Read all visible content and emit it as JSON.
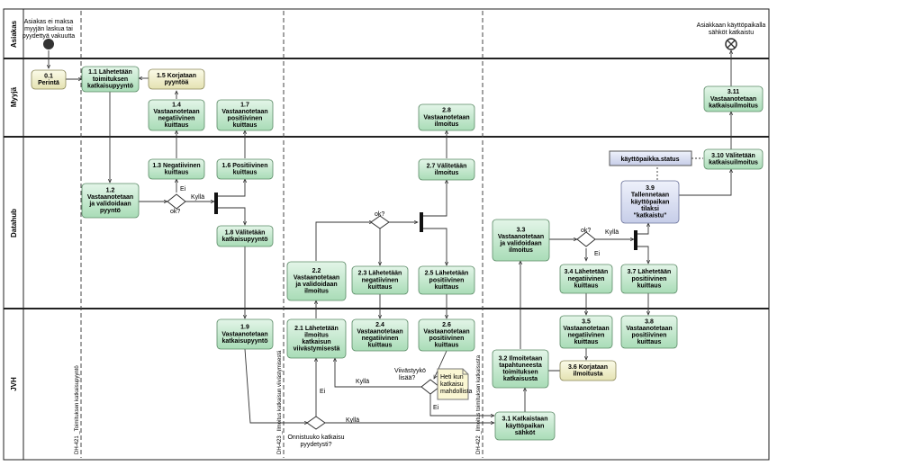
{
  "lanes": [
    "Asiakas",
    "Myyjä",
    "Datahub",
    "JVH"
  ],
  "start_event": "Asiakas ei maksa myyjän laskua tai pyydettyä vakuutta",
  "end_event": "Asiakkaan käyttöpaikalla sähköt katkaistu",
  "tasks": {
    "t01": [
      "0.1",
      "Perintä"
    ],
    "t11": [
      "1.1 Lähetetään",
      "toimituksen",
      "katkaisupyyntö"
    ],
    "t15": [
      "1.5 Korjataan",
      "pyyntöä"
    ],
    "t14": [
      "1.4",
      "Vastaanotetaan",
      "negatiivinen",
      "kuittaus"
    ],
    "t17": [
      "1.7",
      "Vastaanotetaan",
      "positiivinen",
      "kuittaus"
    ],
    "t13": [
      "1.3 Negatiivinen",
      "kuittaus"
    ],
    "t16": [
      "1.6 Positiivinen",
      "kuittaus"
    ],
    "t12": [
      "1.2",
      "Vastaanotetaan",
      "ja validoidaan",
      "pyyntö"
    ],
    "t18": [
      "1.8 Välitetään",
      "katkaisupyyntö"
    ],
    "t19": [
      "1.9",
      "Vastaanotetaan",
      "katkaisupyyntö"
    ],
    "t21": [
      "2.1 Lähetetään",
      "ilmoitus",
      "katkaisun",
      "viivästymisestä"
    ],
    "t22": [
      "2.2",
      "Vastaanotetaan",
      "ja validoidaan",
      "ilmoitus"
    ],
    "t23": [
      "2.3 Lähetetään",
      "negatiivinen",
      "kuittaus"
    ],
    "t24": [
      "2.4",
      "Vastaanotetaan",
      "negatiivinen",
      "kuittaus"
    ],
    "t25": [
      "2.5 Lähetetään",
      "positiivinen",
      "kuittaus"
    ],
    "t26": [
      "2.6",
      "Vastaanotetaan",
      "positiivinen",
      "kuittaus"
    ],
    "t27": [
      "2.7 Välitetään",
      "ilmoitus"
    ],
    "t28": [
      "2.8",
      "Vastaanotetaan",
      "ilmoitus"
    ],
    "t31": [
      "3.1 Katkaistaan",
      "käyttöpaikan",
      "sähköt"
    ],
    "t32": [
      "3.2 Ilmoitetaan",
      "tapahtuneesta",
      "toimituksen",
      "katkaisusta"
    ],
    "t33": [
      "3.3",
      "Vastaanotetaan",
      "ja validoidaan",
      "ilmoitus"
    ],
    "t34": [
      "3.4 Lähetetään",
      "negatiivinen",
      "kuittaus"
    ],
    "t35": [
      "3.5",
      "Vastaanotetaan",
      "negatiivinen",
      "kuittaus"
    ],
    "t36": [
      "3.6 Korjataan",
      "ilmoitusta"
    ],
    "t37": [
      "3.7 Lähetetään",
      "positiivinen",
      "kuittaus"
    ],
    "t38": [
      "3.8",
      "Vastaanotetaan",
      "positiivinen",
      "kuittaus"
    ],
    "t39": [
      "3.9",
      "Tallennetaan",
      "käyttöpaikan",
      "tilaksi",
      "\"katkaistu\""
    ],
    "t310": [
      "3.10 Välitetään",
      "katkaisuilmoitus"
    ],
    "t311": [
      "3.11",
      "Vastaanotetaan",
      "katkaisuilmoitus"
    ]
  },
  "data_object": "käyttöpaikka.status",
  "note": [
    "Heti kun",
    "katkaisu",
    "mahdollista"
  ],
  "labels": {
    "ok1": "ok?",
    "ok2": "ok?",
    "ok3": "ok?",
    "ei": "Ei",
    "kylla": "Kyllä",
    "viivastyyko": [
      "Viivästyykö",
      "lisää?"
    ],
    "onnistuuko": [
      "Onnistuuko katkaisu",
      "pyydetysti?"
    ]
  },
  "phase_labels": {
    "p1": "DH-421 _Toimituksen katkaisupyyntö",
    "p2": "DH-423 _Ilmoitus katkaisun viivästymisestä",
    "p3": "DH-422 _Ilmoitus toimituksen katkaisusta"
  }
}
